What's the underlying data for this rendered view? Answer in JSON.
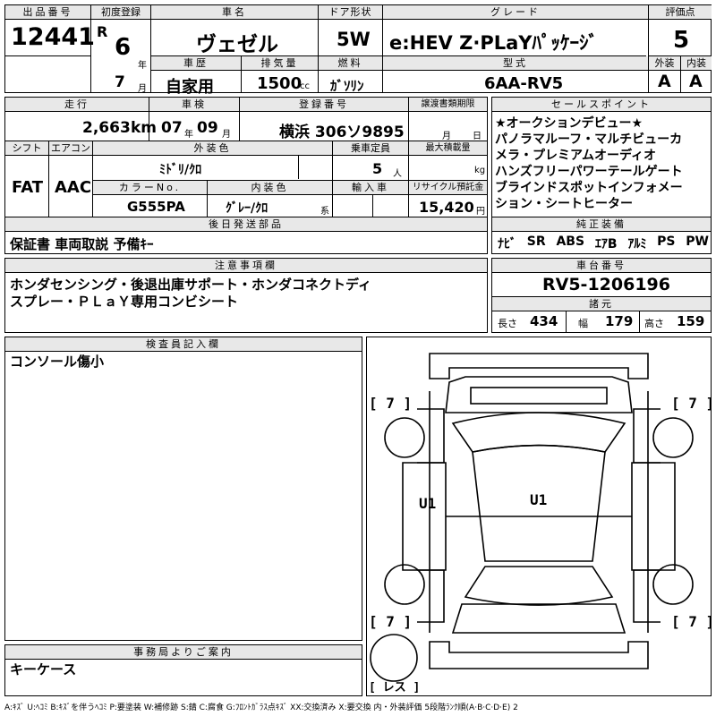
{
  "header": {
    "lot_label": "出品番号",
    "lot": "12441",
    "first_reg_label": "初度登録",
    "era": "R",
    "reg_year": "6",
    "year_unit": "年",
    "reg_month": "7",
    "month_unit": "月",
    "name_label": "車名",
    "name": "ヴェゼル",
    "door_label": "ドア形状",
    "door": "5W",
    "grade_label": "グレード",
    "grade": "e:HEV Z·PLaYﾊﾟｯｹｰｼﾞ",
    "score_label": "評価点",
    "score": "5",
    "history_label": "車歴",
    "history": "自家用",
    "displacement_label": "排気量",
    "displacement": "1500",
    "cc_unit": "cc",
    "fuel_label": "燃料",
    "fuel": "ｶﾞｿﾘﾝ",
    "model_label": "型式",
    "model": "6AA-RV5",
    "exterior_label": "外装",
    "exterior": "A",
    "interior_label": "内装",
    "interior": "A"
  },
  "row2": {
    "mileage_label": "走行",
    "mileage": "2,663",
    "km_unit": "km",
    "inspection_label": "車検",
    "insp_year": "07",
    "insp_month": "09",
    "year_unit": "年",
    "month_unit": "月",
    "plate_label": "登録番号",
    "plate": "横浜 306ソ9895",
    "transfer_label": "譲渡書類期限",
    "transfer_month": "月",
    "transfer_day": "日",
    "shift_label": "シフト",
    "shift": "FAT",
    "ac_label": "エアコン",
    "ac": "AAC",
    "color_label": "外装色",
    "color": "ﾐﾄﾞﾘ/ｸﾛ",
    "capacity_label": "乗車定員",
    "capacity": "5",
    "person_unit": "人",
    "load_label": "最大積載量",
    "kg_unit": "kg",
    "color_no_label": "カラーNo.",
    "color_no": "G555PA",
    "int_color_label": "内装色",
    "int_color": "ｸﾞﾚｰ/ｸﾛ",
    "int_suffix": "系",
    "import_label": "輸入車",
    "recycle_label": "リサイクル預託金",
    "recycle": "15,420",
    "yen_unit": "円"
  },
  "later_parts": {
    "label": "後日発送部品",
    "value": "保証書 車両取説 予備ｷｰ"
  },
  "sales": {
    "label": "セールスポイント",
    "text": "★オークションデビュー★\nパノラマルーフ・マルチビューカ\nメラ・プレミアムオーディオ\nハンズフリーパワーテールゲート\nブラインドスポットインフォメー\nション・シートヒーター"
  },
  "equipment": {
    "label": "純正装備",
    "items": [
      "ﾅﾋﾞ",
      "SR",
      "ABS",
      "ｴｱB",
      "ｱﾙﾐ",
      "PS",
      "PW"
    ]
  },
  "caution": {
    "label": "注意事項欄",
    "text": "ホンダセンシング・後退出庫サポート・ホンダコネクトディ\nスプレー・ＰＬａＹ専用コンビシート"
  },
  "chassis": {
    "label": "車台番号",
    "value": "RV5-1206196"
  },
  "specs": {
    "label": "諸元",
    "length_label": "長さ",
    "length": "434",
    "width_label": "幅",
    "width": "179",
    "height_label": "高さ",
    "height": "159"
  },
  "inspector": {
    "label": "検査員記入欄",
    "text": "コンソール傷小"
  },
  "office": {
    "label": "事務局よりご案内",
    "text": "キーケース"
  },
  "diagram": {
    "marks": [
      {
        "text": "U1"
      },
      {
        "text": "U1"
      }
    ],
    "tire_tl": "[ 7 ]",
    "tire_tr": "[ 7 ]",
    "tire_bl": "[ 7 ]",
    "tire_br": "[ 7 ]",
    "spare": "[ レス ]"
  },
  "legend": "A:ｷｽﾞ U:ﾍｺﾐ B:ｷｽﾞを伴うﾍｺﾐ P:要塗装 W:補修跡 S:錆 C:腐食 G:ﾌﾛﾝﾄｶﾞﾗｽ点ｷｽﾞ XX:交換済み X:要交換 内・外装評価 5段階ﾗﾝｸ順(A·B·C·D·E) 2"
}
